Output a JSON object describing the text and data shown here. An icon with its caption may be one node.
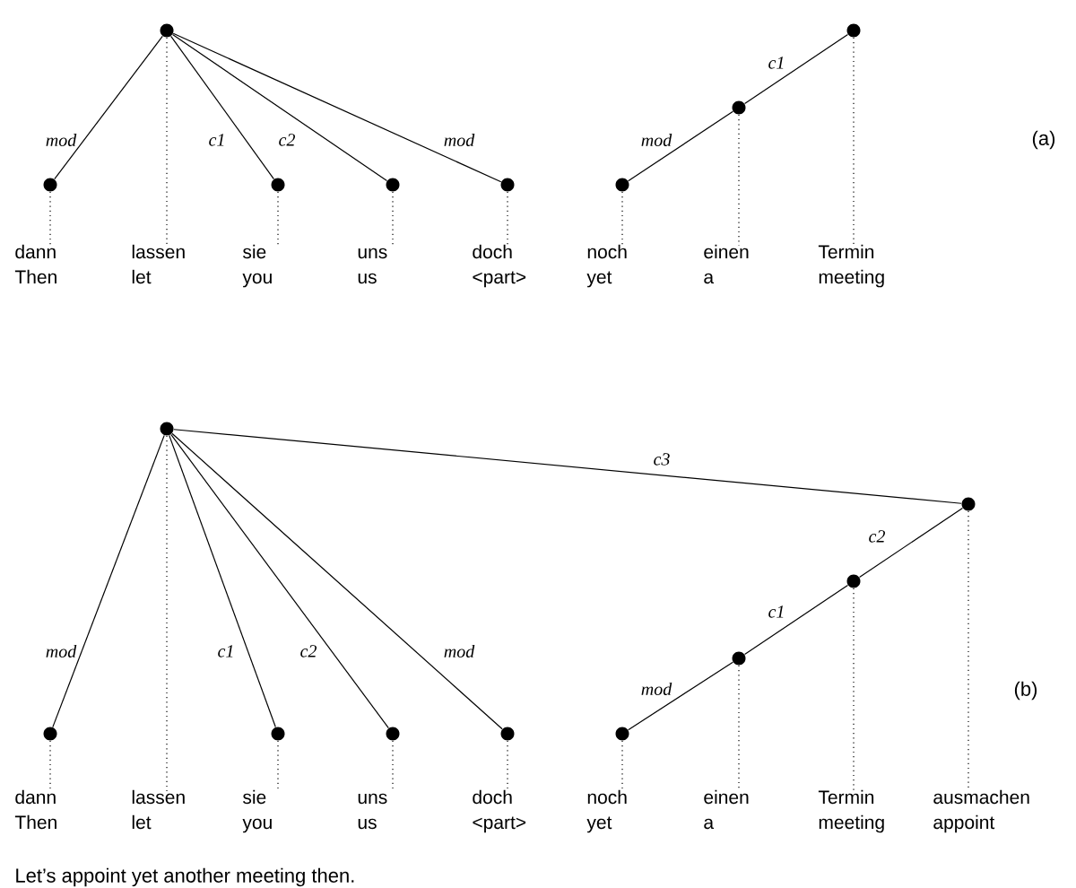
{
  "diagram": {
    "caption": "Let’s appoint yet another meeting then.",
    "nodes": [
      {
        "text": [],
        "shape": "circle"
      },
      {
        "text": [],
        "shape": "circle"
      },
      {
        "text": [],
        "shape": "circle"
      },
      {
        "text": [],
        "shape": "circle"
      },
      {
        "text": [],
        "shape": "circle"
      },
      {
        "text": [],
        "shape": "circle"
      },
      {
        "text": [],
        "shape": "circle"
      },
      {
        "text": [],
        "shape": "circle"
      },
      {
        "text": [
          "dann",
          "Then"
        ]
      },
      {
        "text": [
          "lassen",
          "let"
        ]
      },
      {
        "text": [
          "sie",
          "you"
        ]
      },
      {
        "text": [
          "uns",
          "us"
        ]
      },
      {
        "text": [
          "doch",
          "<part>"
        ]
      },
      {
        "text": [
          "noch",
          "yet"
        ]
      },
      {
        "text": [
          "einen",
          "a"
        ]
      },
      {
        "text": [
          "Termin",
          "meeting"
        ]
      },
      {
        "text": [],
        "shape": "circle"
      },
      {
        "text": [],
        "shape": "circle"
      },
      {
        "text": [],
        "shape": "circle"
      },
      {
        "text": [],
        "shape": "circle"
      },
      {
        "text": [],
        "shape": "circle"
      },
      {
        "text": [],
        "shape": "circle"
      },
      {
        "text": [],
        "shape": "circle"
      },
      {
        "text": [],
        "shape": "circle"
      },
      {
        "text": [],
        "shape": "circle"
      },
      {
        "text": [
          "dann",
          "Then"
        ]
      },
      {
        "text": [
          "lassen",
          "let"
        ]
      },
      {
        "text": [
          "sie",
          "you"
        ]
      },
      {
        "text": [
          "uns",
          "us"
        ]
      },
      {
        "text": [
          "doch",
          "<part>"
        ]
      },
      {
        "text": [
          "noch",
          "yet"
        ]
      },
      {
        "text": [
          "einen",
          "a"
        ]
      },
      {
        "text": [
          "Termin",
          "meeting"
        ]
      },
      {
        "text": [
          "ausmachen",
          "appoint"
        ]
      }
    ],
    "edges": [
      {
        "from": 0,
        "to": 1,
        "arrow": "none",
        "label": "mod"
      },
      {
        "from": 0,
        "to": 2,
        "arrow": "none",
        "label": "c1"
      },
      {
        "from": 0,
        "to": 3,
        "arrow": "none",
        "label": "c2"
      },
      {
        "from": 0,
        "to": 4,
        "arrow": "none",
        "label": "mod"
      },
      {
        "from": 7,
        "to": 6,
        "arrow": "none",
        "label": "c1"
      },
      {
        "from": 6,
        "to": 5,
        "arrow": "none",
        "label": "mod"
      },
      {
        "from": 1,
        "to": 8,
        "arrow": "none",
        "style": "dashed"
      },
      {
        "from": 0,
        "to": 9,
        "arrow": "none",
        "style": "dashed"
      },
      {
        "from": 2,
        "to": 10,
        "arrow": "none",
        "style": "dashed"
      },
      {
        "from": 3,
        "to": 11,
        "arrow": "none",
        "style": "dashed"
      },
      {
        "from": 4,
        "to": 12,
        "arrow": "none",
        "style": "dashed"
      },
      {
        "from": 5,
        "to": 13,
        "arrow": "none",
        "style": "dashed"
      },
      {
        "from": 6,
        "to": 14,
        "arrow": "none",
        "style": "dashed"
      },
      {
        "from": 7,
        "to": 15,
        "arrow": "none",
        "style": "dashed"
      },
      {
        "from": 16,
        "to": 17,
        "arrow": "none",
        "label": "mod"
      },
      {
        "from": 16,
        "to": 18,
        "arrow": "none",
        "label": "c1"
      },
      {
        "from": 16,
        "to": 19,
        "arrow": "none",
        "label": "c2"
      },
      {
        "from": 16,
        "to": 20,
        "arrow": "none",
        "label": "mod"
      },
      {
        "from": 16,
        "to": 24,
        "arrow": "none",
        "label": "c3"
      },
      {
        "from": 24,
        "to": 23,
        "arrow": "none",
        "label": "c2"
      },
      {
        "from": 23,
        "to": 22,
        "arrow": "none",
        "label": "c1"
      },
      {
        "from": 22,
        "to": 21,
        "arrow": "none",
        "label": "mod"
      },
      {
        "from": 17,
        "to": 25,
        "arrow": "none",
        "style": "dashed"
      },
      {
        "from": 16,
        "to": 26,
        "arrow": "none",
        "style": "dashed"
      },
      {
        "from": 18,
        "to": 27,
        "arrow": "none",
        "style": "dashed"
      },
      {
        "from": 19,
        "to": 28,
        "arrow": "none",
        "style": "dashed"
      },
      {
        "from": 20,
        "to": 29,
        "arrow": "none",
        "style": "dashed"
      },
      {
        "from": 21,
        "to": 30,
        "arrow": "none",
        "style": "dashed"
      },
      {
        "from": 22,
        "to": 31,
        "arrow": "none",
        "style": "dashed"
      },
      {
        "from": 23,
        "to": 32,
        "arrow": "none",
        "style": "dashed"
      },
      {
        "from": 24,
        "to": 33,
        "arrow": "none",
        "style": "dashed"
      }
    ],
    "labels": [
      "(a)",
      "(b)"
    ]
  }
}
